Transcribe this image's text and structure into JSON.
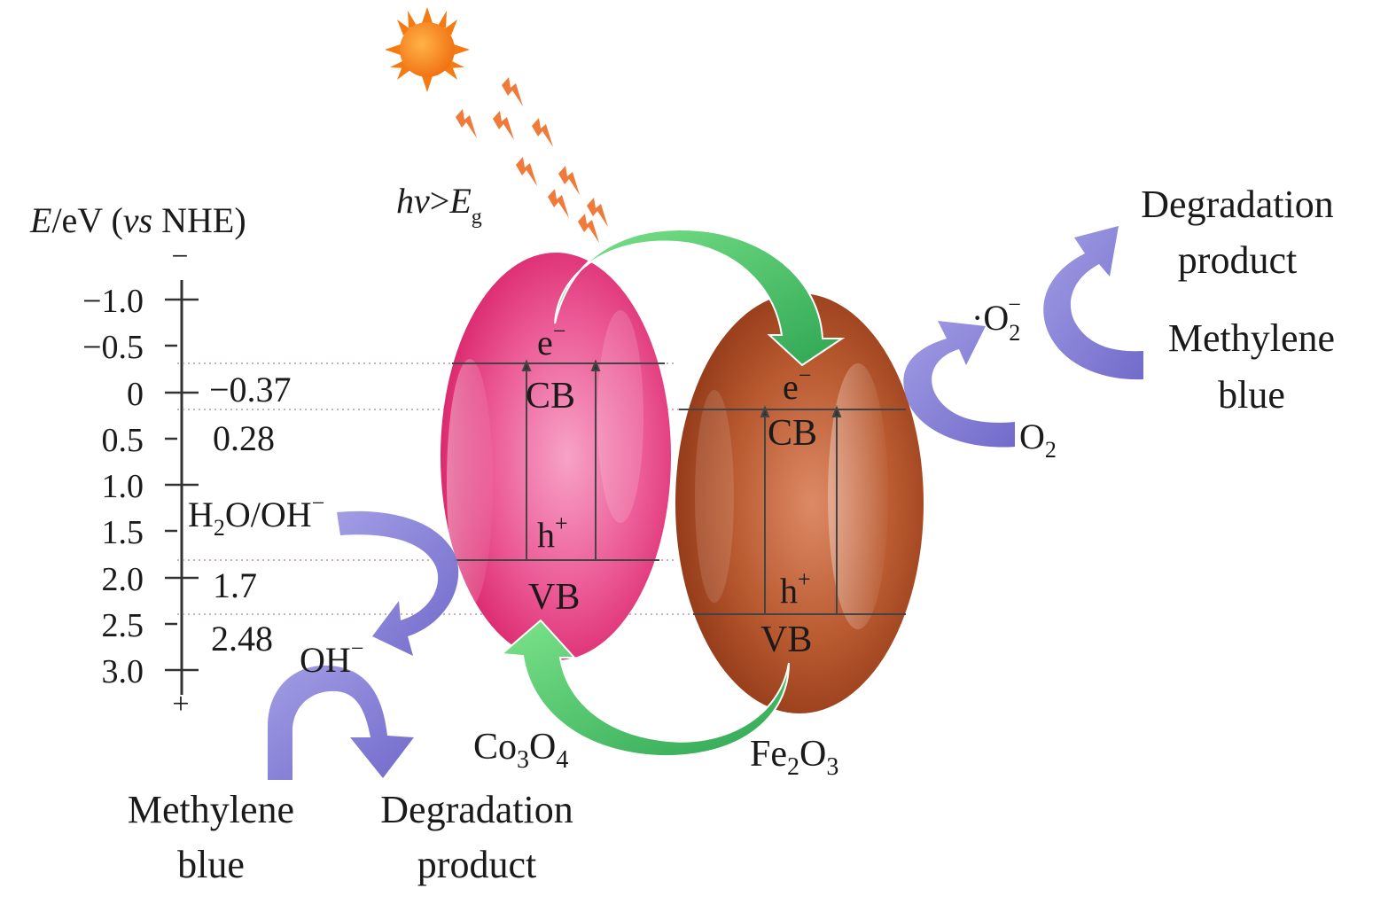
{
  "axis": {
    "title_e": "E",
    "title_rest": "/eV (",
    "title_vs": "vs",
    "title_end": " NHE)",
    "top_sign": "−",
    "bottom_sign": "+",
    "ticks": [
      "−1.0",
      "−0.5",
      "0",
      "0.5",
      "1.0",
      "1.5",
      "2.0",
      "2.5",
      "3.0"
    ]
  },
  "levels": {
    "co3o4_cb": "−0.37",
    "fe2o3_cb": "0.28",
    "co3o4_vb": "1.7",
    "fe2o3_vb": "2.48"
  },
  "light": {
    "hv": "hv",
    "gt": ">",
    "e": "E",
    "g": "g"
  },
  "co3o4": {
    "electron": "e",
    "electron_sup": "−",
    "cb": "CB",
    "hole": "h",
    "hole_sup": "+",
    "vb": "VB",
    "name_a": "Co",
    "name_sub1": "3",
    "name_b": "O",
    "name_sub2": "4"
  },
  "fe2o3": {
    "electron": "e",
    "electron_sup": "−",
    "cb": "CB",
    "hole": "h",
    "hole_sup": "+",
    "vb": "VB",
    "name_a": "Fe",
    "name_sub1": "2",
    "name_b": "O",
    "name_sub2": "3"
  },
  "species": {
    "h2o_a": "H",
    "h2o_sub": "2",
    "h2o_b": "O/OH",
    "h2o_sup": "−",
    "oh": "OH",
    "oh_sup": "−",
    "o2_a": "O",
    "o2_sub": "2",
    "superoxide_dot": "·O",
    "superoxide_sub": "2",
    "superoxide_sup": "−"
  },
  "left_reaction": {
    "reactant_line1": "Methylene",
    "reactant_line2": "blue",
    "product_line1": "Degradation",
    "product_line2": "product"
  },
  "right_reaction": {
    "product_line1": "Degradation",
    "product_line2": "product",
    "reactant_line1": "Methylene",
    "reactant_line2": "blue"
  },
  "colors": {
    "co3o4": "#e8427f",
    "fe2o3": "#b5532a",
    "transfer_arrow": "#52c46a",
    "reaction_arrow": "#7b74cf",
    "sun": "#f47a12"
  }
}
